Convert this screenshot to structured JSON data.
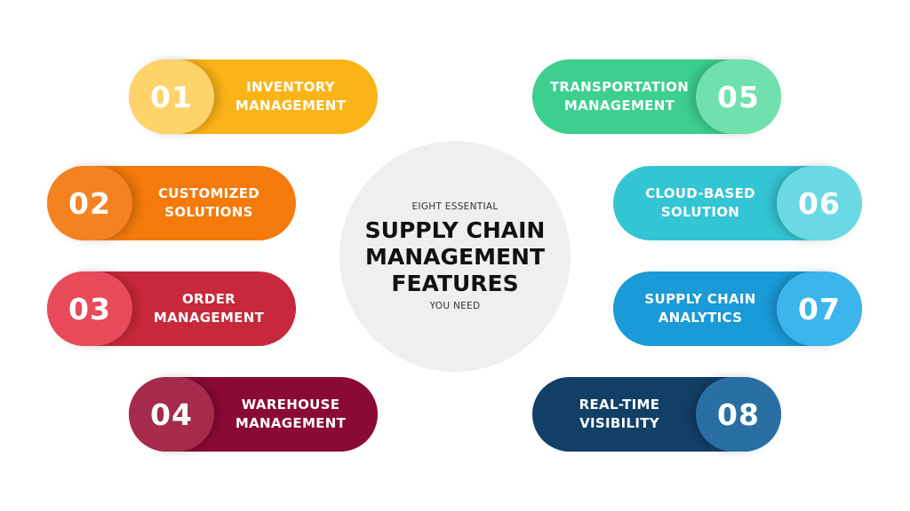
{
  "center": {
    "top_text": "EIGHT ESSENTIAL",
    "line1": "SUPPLY CHAIN",
    "line2": "MANAGEMENT",
    "line3": "FEATURES",
    "bottom_text": "YOU NEED"
  },
  "features": [
    {
      "number": "01",
      "line1": "INVENTORY",
      "line2": "MANAGEMENT",
      "cap_color": "#fdd36a",
      "body_color": "#fbb417"
    },
    {
      "number": "02",
      "line1": "CUSTOMIZED",
      "line2": "SOLUTIONS",
      "cap_color": "#f58220",
      "body_color": "#f47a0c"
    },
    {
      "number": "03",
      "line1": "ORDER",
      "line2": "MANAGEMENT",
      "cap_color": "#e84a5a",
      "body_color": "#c8283b"
    },
    {
      "number": "04",
      "line1": "WAREHOUSE",
      "line2": "MANAGEMENT",
      "cap_color": "#a52a4c",
      "body_color": "#8a0a34"
    },
    {
      "number": "05",
      "line1": "TRANSPORTATION",
      "line2": "MANAGEMENT",
      "cap_color": "#6fe0ae",
      "body_color": "#3ccf8e"
    },
    {
      "number": "06",
      "line1": "CLOUD-BASED",
      "line2": "SOLUTION",
      "cap_color": "#6ad9e4",
      "body_color": "#33c5d3"
    },
    {
      "number": "07",
      "line1": "SUPPLY CHAIN",
      "line2": "ANALYTICS",
      "cap_color": "#3bb5ea",
      "body_color": "#1a9ad6"
    },
    {
      "number": "08",
      "line1": "REAL-TIME",
      "line2": "VISIBILITY",
      "cap_color": "#2a6fa4",
      "body_color": "#123f66"
    }
  ]
}
